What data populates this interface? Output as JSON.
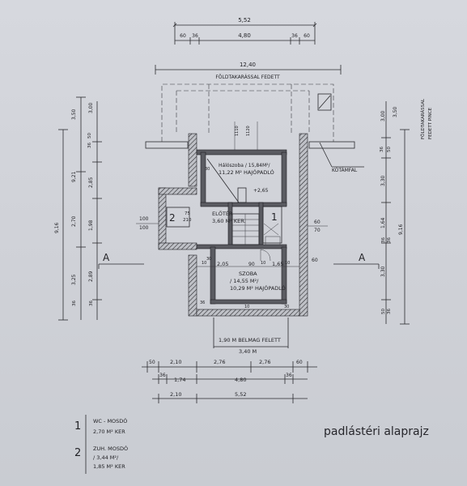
{
  "sheet_title": "padlástéri alaprajz",
  "top_dims": {
    "overall": "5,52",
    "left_a": "60",
    "left_b": "36",
    "mid": "4,80",
    "right_b": "36",
    "right_a": "60",
    "roof_overall": "12,40"
  },
  "labels": {
    "roof_covered": "FÖLDTAKARÁSSAL FEDETT",
    "right_covered_1": "FÖLDTAKARÁSSAL",
    "right_covered_2": "FEDETT PINCE",
    "kotamfal": "KÖTÁMFAL",
    "section_mark": "A",
    "level": "+2,65",
    "belmag": "1,90 M BELMAG FELETT",
    "belmag_width": "3,40 M"
  },
  "rooms": {
    "halo_1": "Hálószoba / 15,84M²/",
    "halo_2": "11,22 M² HAJÓPADLÓ",
    "eloter_name": "ELŐTÉR",
    "eloter_area": "3,60 M² KER.",
    "szoba_name": "SZOBA",
    "szoba_1": "/ 14,55 M²/",
    "szoba_2": "10,29 M² HAJÓPADLÓ",
    "num1": "1",
    "num2": "2"
  },
  "left_dims": [
    "3,50",
    "3,00",
    "36",
    "50",
    "9,21",
    "2,85",
    "2,70",
    "1,98",
    "9,16",
    "3,25",
    "2,89",
    "36",
    "36"
  ],
  "right_dims": [
    "3,50",
    "3,00",
    "36",
    "50",
    "3,30",
    "1,64",
    "36",
    "36",
    "3,30",
    "9,16",
    "50",
    "36"
  ],
  "room_dims": [
    "1110",
    "1120",
    "30",
    "75",
    "210",
    "100",
    "100",
    "60",
    "70",
    "60",
    "10",
    "2,05",
    "90",
    "10",
    "1,65",
    "10",
    "30",
    "36",
    "10",
    "30"
  ],
  "bottom_dims": {
    "row1": [
      "50",
      "2,10",
      "2,76",
      "2,76",
      "60"
    ],
    "row2": [
      "36",
      "1,74",
      "4,80",
      "36"
    ],
    "row3": [
      "2,10",
      "5,52"
    ]
  },
  "legend": [
    {
      "num": "1",
      "line1": "WC - MOSDÓ",
      "line2": "2,70 M² KER"
    },
    {
      "num": "2",
      "line1": "ZUH. MOSDÓ",
      "line2": "/ 3,44 M²/",
      "line3": "1,85 M² KER"
    }
  ]
}
